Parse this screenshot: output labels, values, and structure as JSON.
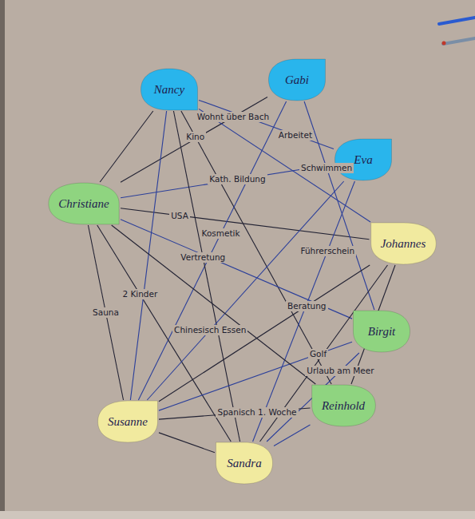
{
  "diagram": {
    "nodes": [
      {
        "text": [
          "Nancy"
        ]
      },
      {
        "text": [
          "Gabi"
        ]
      },
      {
        "text": [
          "Eva"
        ]
      },
      {
        "text": [
          "Johannes"
        ]
      },
      {
        "text": [
          "Birgit"
        ]
      },
      {
        "text": [
          "Reinhold"
        ]
      },
      {
        "text": [
          "Sandra"
        ]
      },
      {
        "text": [
          "Susanne"
        ]
      },
      {
        "text": [
          "Christiane"
        ]
      }
    ],
    "edges": [
      {
        "from": 0,
        "to": 5,
        "arrow": "none",
        "label": "Kino"
      },
      {
        "from": 0,
        "to": 2,
        "arrow": "none",
        "label": "Arbeitet"
      },
      {
        "from": 1,
        "to": 8,
        "arrow": "none",
        "label": "Wohnt über Bach"
      },
      {
        "from": 8,
        "to": 2,
        "arrow": "none",
        "label": "Kath. Bildung"
      },
      {
        "from": 8,
        "to": 3,
        "arrow": "none",
        "label": "USA"
      },
      {
        "from": 1,
        "to": 7,
        "arrow": "none",
        "label": "Kosmetik"
      },
      {
        "from": 0,
        "to": 6,
        "arrow": "none",
        "label": "Vertretung"
      },
      {
        "from": 1,
        "to": 4,
        "arrow": "none",
        "label": "Schwimmen"
      },
      {
        "from": 8,
        "to": 6,
        "arrow": "none",
        "label": "2 Kinder"
      },
      {
        "from": 7,
        "to": 2,
        "arrow": "none",
        "label": "Chinesisch Essen"
      },
      {
        "from": 3,
        "to": 7,
        "arrow": "none",
        "label": "Beratung"
      },
      {
        "from": 2,
        "to": 6,
        "arrow": "none",
        "label": "Führerschein"
      },
      {
        "from": 7,
        "to": 8,
        "arrow": "none",
        "label": "Sauna"
      },
      {
        "from": 4,
        "to": 6,
        "arrow": "none",
        "label": "Urlaub am Meer"
      },
      {
        "from": 5,
        "to": 7,
        "arrow": "none",
        "label": "Spanisch 1. Woche"
      },
      {
        "from": 4,
        "to": 7,
        "arrow": "none",
        "label": "Golf"
      },
      {
        "from": 0,
        "to": 8,
        "arrow": "none"
      },
      {
        "from": 0,
        "to": 7,
        "arrow": "none"
      },
      {
        "from": 8,
        "to": 5,
        "arrow": "none"
      },
      {
        "from": 8,
        "to": 4,
        "arrow": "none"
      },
      {
        "from": 6,
        "to": 7,
        "arrow": "none"
      },
      {
        "from": 6,
        "to": 5,
        "arrow": "none"
      },
      {
        "from": 3,
        "to": 5,
        "arrow": "none"
      },
      {
        "from": 0,
        "to": 3,
        "arrow": "none"
      },
      {
        "from": 3,
        "to": 6,
        "arrow": "none"
      }
    ]
  }
}
